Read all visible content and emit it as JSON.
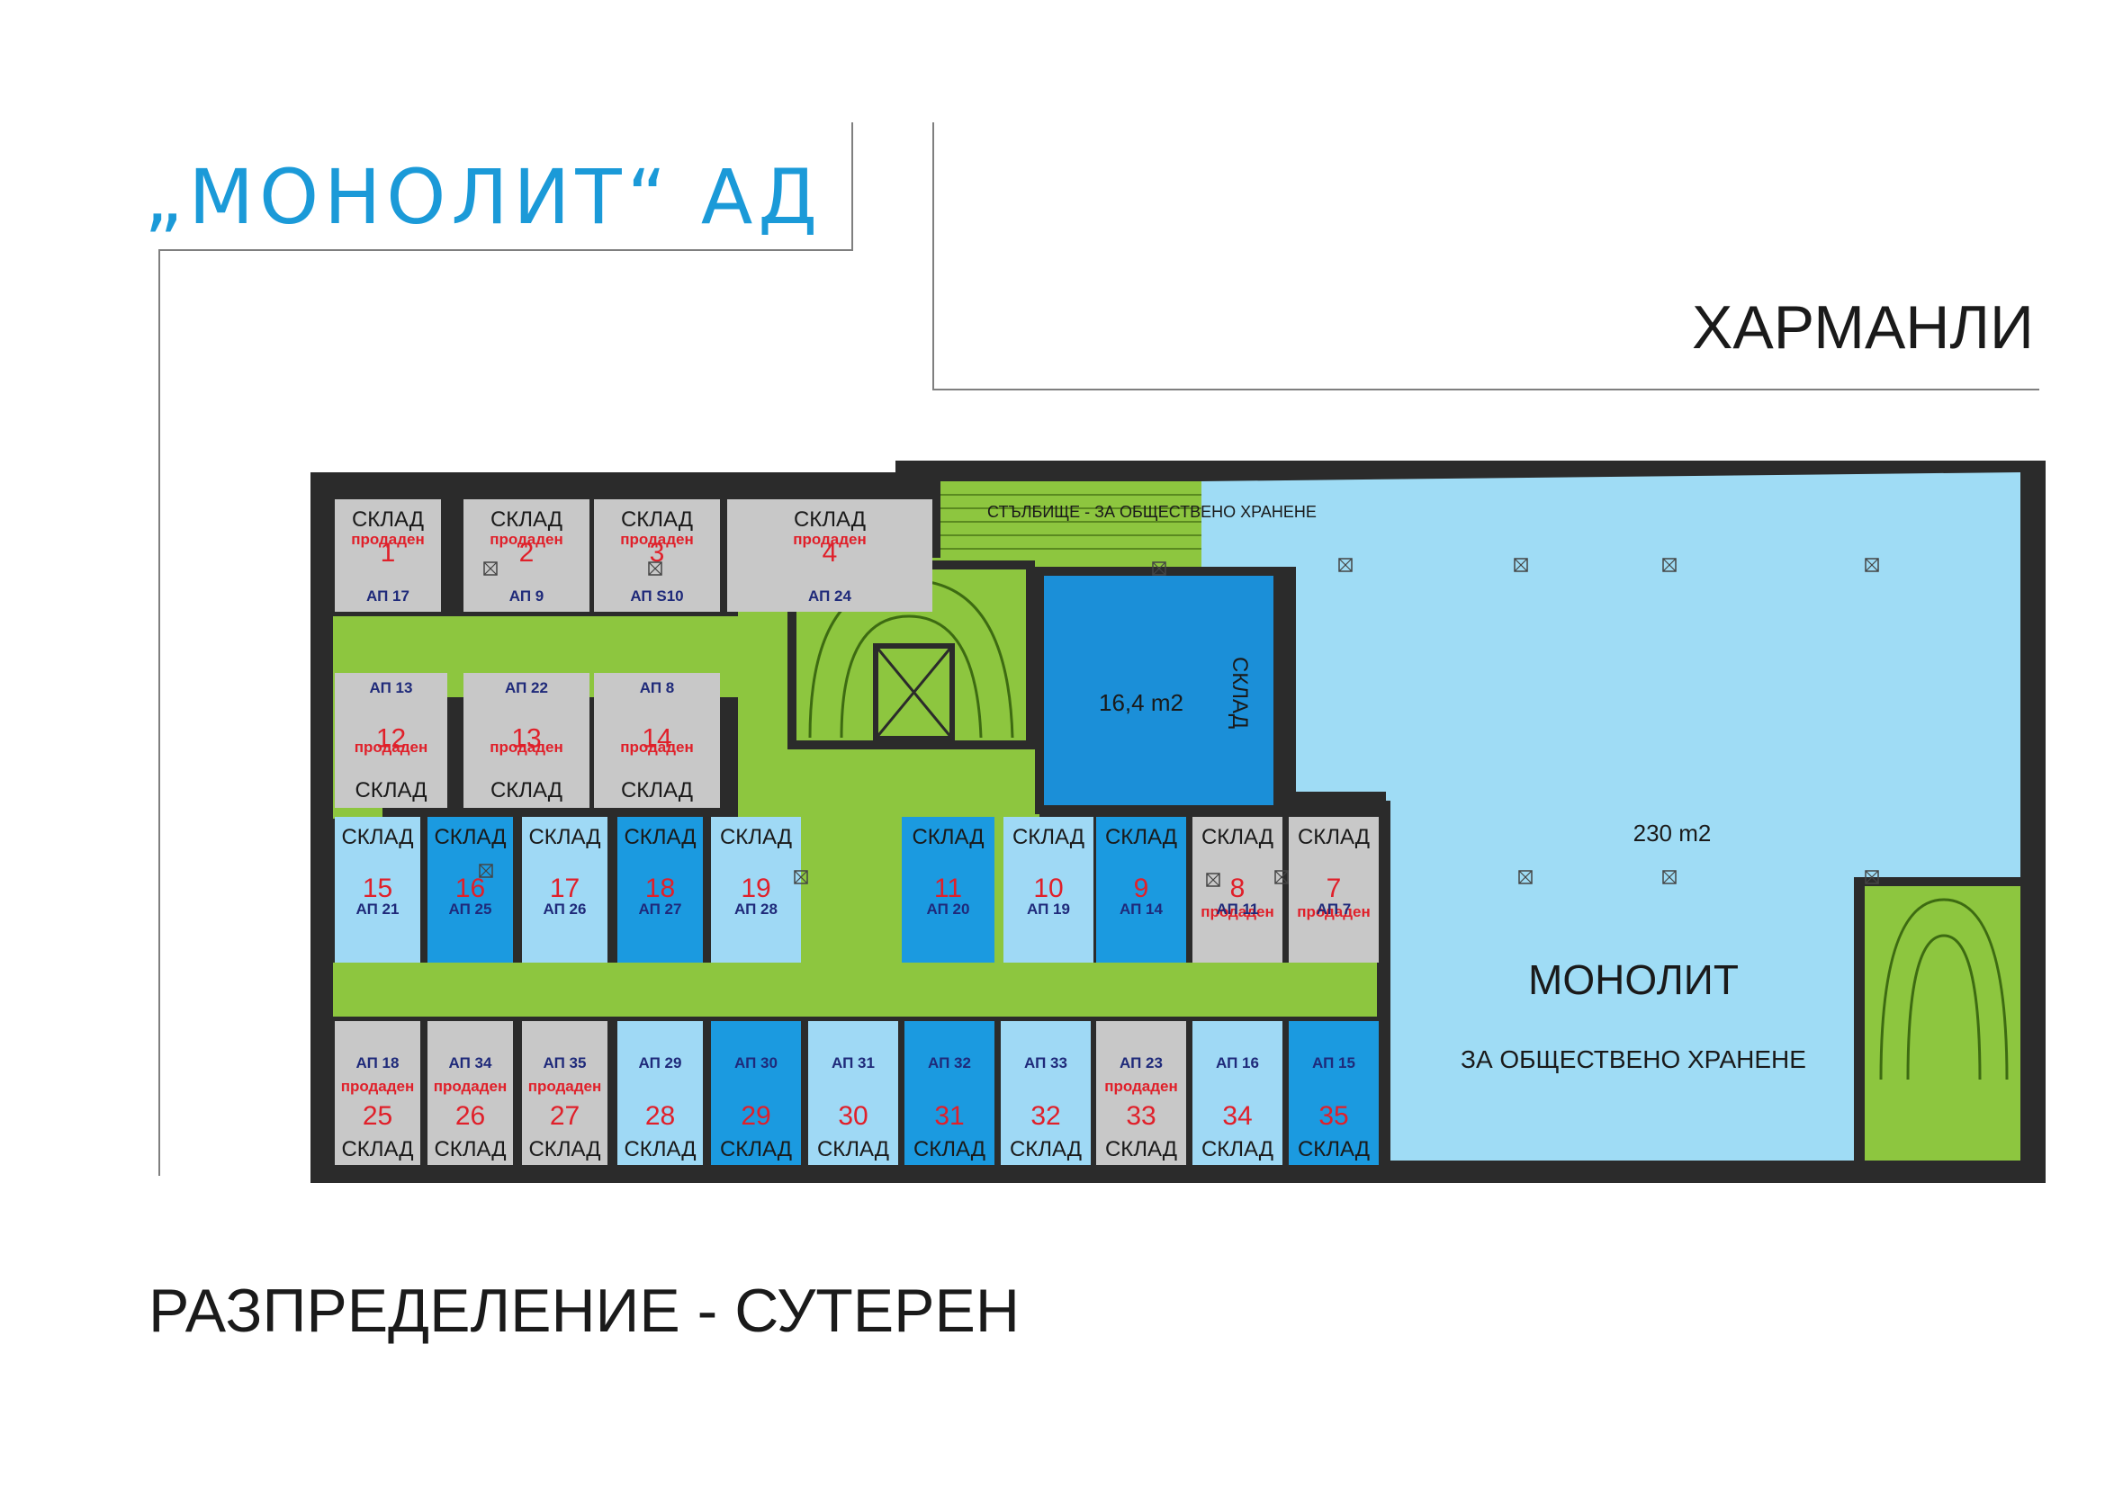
{
  "header": {
    "company": "„МОНОЛИТ“ АД",
    "city": "ХАРМАНЛИ",
    "subtitle": "РАЗПРЕДЕЛЕНИЕ - СУТЕРЕН"
  },
  "colors": {
    "wall": "#2b2b2b",
    "corridor": "#8dc63f",
    "grey": "#c8c8c8",
    "light_blue": "#9fd9f5",
    "blue": "#1b9ae0",
    "restaurant": "#9fdcf5",
    "label_red": "#e0202a",
    "label_navy": "#1f2a7a",
    "company_blue": "#1b9ad8"
  },
  "storage_units": [
    {
      "num": "1",
      "ap": "АП 17",
      "sold": true,
      "color": "grey",
      "word": "СКЛАД"
    },
    {
      "num": "2",
      "ap": "АП 9",
      "sold": true,
      "color": "grey",
      "word": "СКЛАД"
    },
    {
      "num": "3",
      "ap": "АП S10",
      "sold": true,
      "color": "grey",
      "word": "СКЛАД"
    },
    {
      "num": "4",
      "ap": "АП 24",
      "sold": true,
      "color": "grey",
      "word": "СКЛАД"
    },
    {
      "num": "12",
      "ap": "АП 13",
      "sold": true,
      "color": "grey",
      "word": "СКЛАД"
    },
    {
      "num": "13",
      "ap": "АП 22",
      "sold": true,
      "color": "grey",
      "word": "СКЛАД"
    },
    {
      "num": "14",
      "ap": "АП 8",
      "sold": true,
      "color": "grey",
      "word": "СКЛАД"
    },
    {
      "num": "15",
      "ap": "АП 21",
      "sold": false,
      "color": "light_blue",
      "word": "СКЛАД"
    },
    {
      "num": "16",
      "ap": "АП 25",
      "sold": false,
      "color": "blue",
      "word": "СКЛАД"
    },
    {
      "num": "17",
      "ap": "АП 26",
      "sold": false,
      "color": "light_blue",
      "word": "СКЛАД"
    },
    {
      "num": "18",
      "ap": "АП 27",
      "sold": false,
      "color": "blue",
      "word": "СКЛАД"
    },
    {
      "num": "19",
      "ap": "АП 28",
      "sold": false,
      "color": "light_blue",
      "word": "СКЛАД"
    },
    {
      "num": "11",
      "ap": "АП 20",
      "sold": false,
      "color": "blue",
      "word": "СКЛАД"
    },
    {
      "num": "10",
      "ap": "АП 19",
      "sold": false,
      "color": "light_blue",
      "word": "СКЛАД"
    },
    {
      "num": "9",
      "ap": "АП 14",
      "sold": false,
      "color": "blue",
      "word": "СКЛАД"
    },
    {
      "num": "8",
      "ap": "АП 11",
      "sold": true,
      "color": "grey",
      "word": "СКЛАД"
    },
    {
      "num": "7",
      "ap": "АП 7",
      "sold": true,
      "color": "grey",
      "word": "СКЛАД"
    },
    {
      "num": "25",
      "ap": "АП 18",
      "sold": true,
      "color": "grey",
      "word": "СКЛАД"
    },
    {
      "num": "26",
      "ap": "АП 34",
      "sold": true,
      "color": "grey",
      "word": "СКЛАД"
    },
    {
      "num": "27",
      "ap": "АП 35",
      "sold": true,
      "color": "grey",
      "word": "СКЛАД"
    },
    {
      "num": "28",
      "ap": "АП 29",
      "sold": false,
      "color": "light_blue",
      "word": "СКЛАД"
    },
    {
      "num": "29",
      "ap": "АП 30",
      "sold": false,
      "color": "blue",
      "word": "СКЛАД"
    },
    {
      "num": "30",
      "ap": "АП 31",
      "sold": false,
      "color": "light_blue",
      "word": "СКЛАД"
    },
    {
      "num": "31",
      "ap": "АП 32",
      "sold": false,
      "color": "blue",
      "word": "СКЛАД"
    },
    {
      "num": "32",
      "ap": "АП 33",
      "sold": false,
      "color": "light_blue",
      "word": "СКЛАД"
    },
    {
      "num": "33",
      "ap": "АП 23",
      "sold": true,
      "color": "grey",
      "word": "СКЛАД"
    },
    {
      "num": "34",
      "ap": "АП 16",
      "sold": false,
      "color": "light_blue",
      "word": "СКЛАД"
    },
    {
      "num": "35",
      "ap": "АП 15",
      "sold": false,
      "color": "blue",
      "word": "СКЛАД"
    }
  ],
  "sold_label": "продаден",
  "big_storage": {
    "area": "16,4 m2",
    "word": "СКЛАД"
  },
  "stairs_label": "СТЪЛБИЩЕ - ЗА ОБЩЕСТВЕНО ХРАНЕНЕ",
  "restaurant": {
    "area": "230 m2",
    "name": "МОНОЛИТ",
    "purpose": "ЗА ОБЩЕСТВЕНО ХРАНЕНЕ"
  }
}
